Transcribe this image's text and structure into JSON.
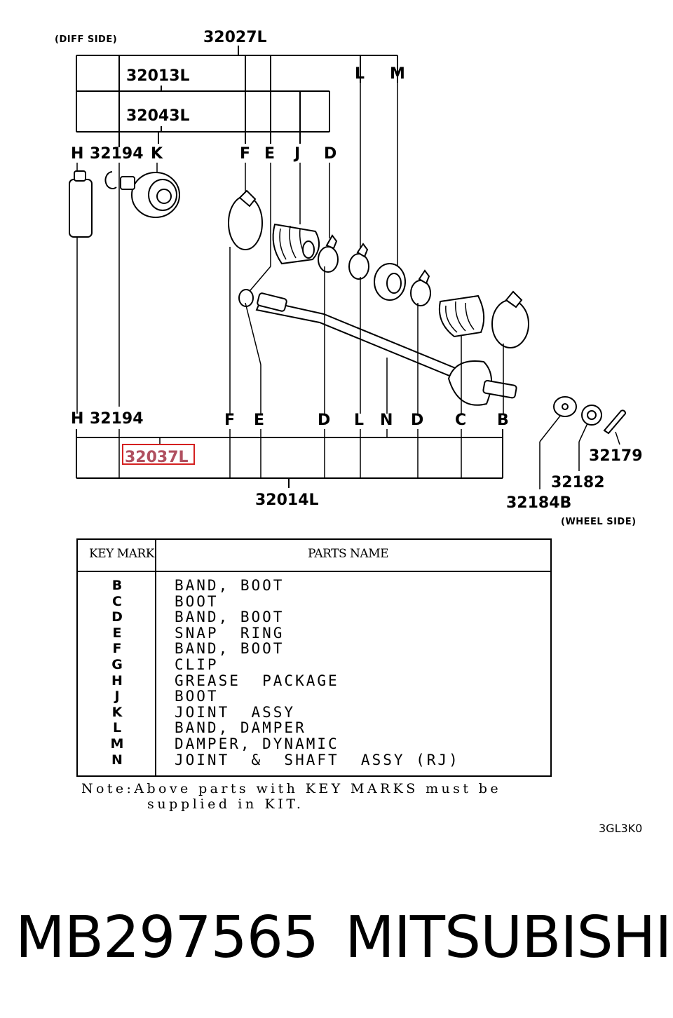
{
  "diagram": {
    "side_labels": {
      "diff": "(DIFF SIDE)",
      "wheel": "(WHEEL SIDE)"
    },
    "labels": {
      "p32027L": "32027L",
      "p32013L": "32013L",
      "p32043L": "32043L",
      "p32194_top": "32194",
      "p32194_bottom": "32194",
      "p32037L": "32037L",
      "p32014L": "32014L",
      "p32179": "32179",
      "p32182": "32182",
      "p32184B": "32184B"
    },
    "top_keys": [
      "H",
      "K",
      "F",
      "E",
      "J",
      "D",
      "L",
      "M"
    ],
    "bottom_keys": [
      "H",
      "F",
      "E",
      "D",
      "L",
      "N",
      "D",
      "C",
      "B"
    ],
    "highlight_color": "#d42020"
  },
  "table": {
    "header_key": "KEY MARK",
    "header_name": "PARTS NAME",
    "rows": [
      {
        "key": "B",
        "name": "BAND, BOOT"
      },
      {
        "key": "C",
        "name": "BOOT"
      },
      {
        "key": "D",
        "name": "BAND, BOOT"
      },
      {
        "key": "E",
        "name": "SNAP  RING"
      },
      {
        "key": "F",
        "name": "BAND, BOOT"
      },
      {
        "key": "G",
        "name": "CLIP"
      },
      {
        "key": "H",
        "name": "GREASE  PACKAGE"
      },
      {
        "key": "J",
        "name": "BOOT"
      },
      {
        "key": "K",
        "name": "JOINT  ASSY"
      },
      {
        "key": "L",
        "name": "BAND, DAMPER"
      },
      {
        "key": "M",
        "name": "DAMPER, DYNAMIC"
      },
      {
        "key": "N",
        "name": "JOINT  &  SHAFT  ASSY (RJ)"
      }
    ]
  },
  "note": {
    "line1": "Note:Above parts with KEY MARKS must be",
    "line2": "supplied in KIT."
  },
  "ref_code": "3GL3K0",
  "footer": {
    "part_number": "MB297565",
    "brand": "MITSUBISHI"
  }
}
